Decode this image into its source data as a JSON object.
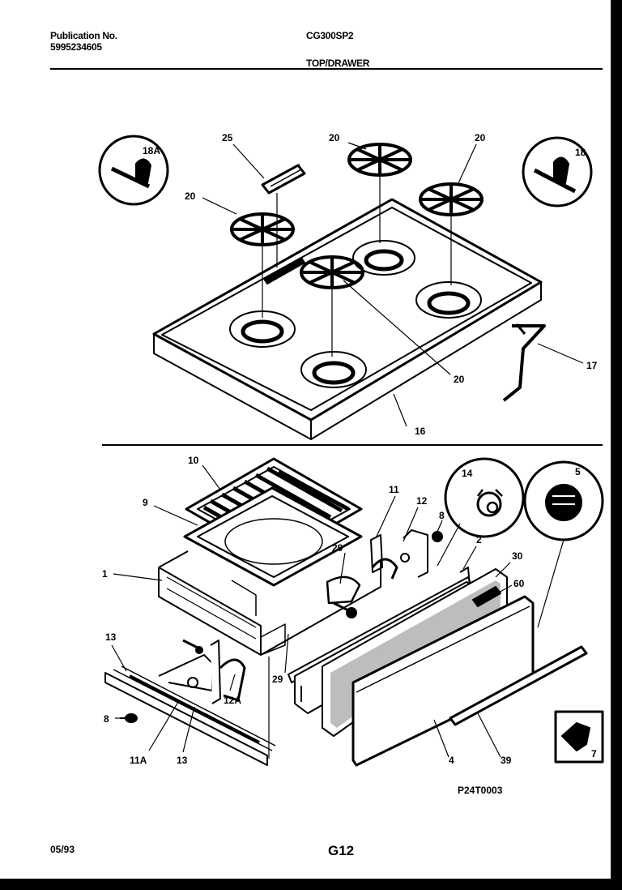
{
  "header": {
    "publication_label": "Publication No.",
    "publication_number": "5995234605",
    "model": "CG300SP2",
    "section": "TOP/DRAWER"
  },
  "footer": {
    "date": "05/93",
    "page": "G12",
    "figure_code": "P24T0003"
  },
  "callouts": {
    "c18a": "18A",
    "c25": "25",
    "c20a": "20",
    "c20b": "20",
    "c20c": "20",
    "c20d": "20",
    "c18": "18",
    "c17": "17",
    "c16": "16",
    "c10": "10",
    "c9": "9",
    "c1": "1",
    "c11": "11",
    "c12": "12",
    "c8a": "8",
    "c2": "2",
    "c14": "14",
    "c5": "5",
    "c30": "30",
    "c60": "60",
    "c29a": "29",
    "c29b": "29",
    "c13a": "13",
    "c13b": "13",
    "c8b": "8",
    "c11a": "11A",
    "c12a": "12A",
    "c4": "4",
    "c39": "39",
    "c7": "7"
  }
}
